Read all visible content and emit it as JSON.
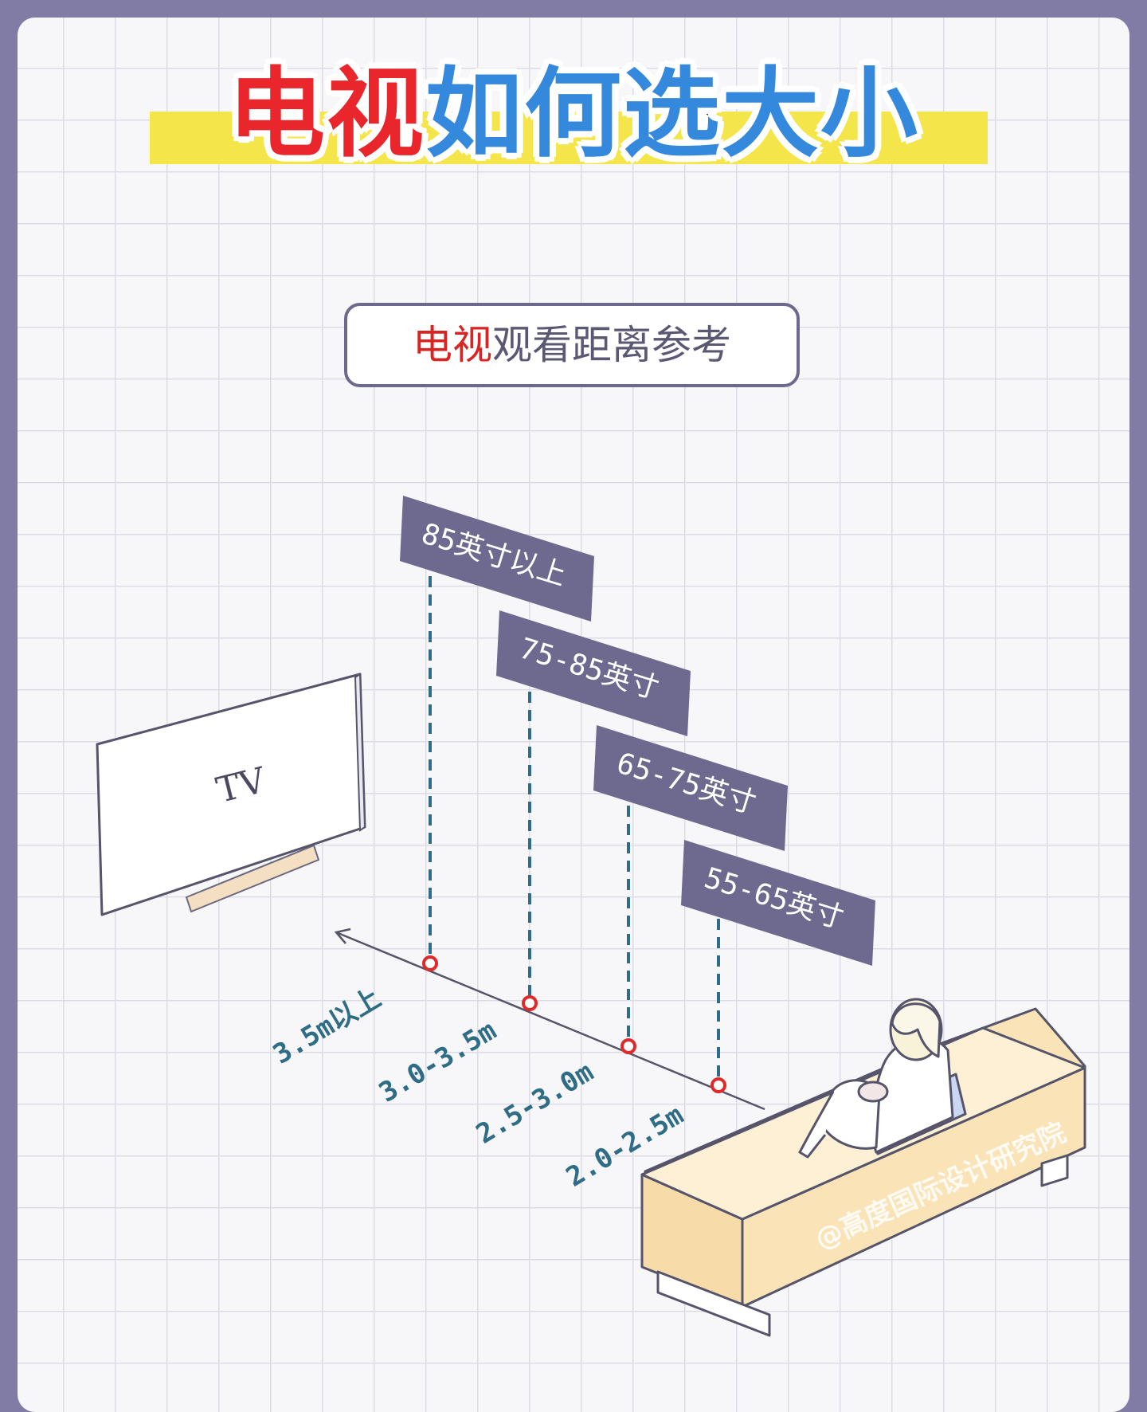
{
  "title": {
    "highlight": "电视",
    "rest": "如何选大小"
  },
  "subtitle": {
    "highlight": "电视",
    "rest": "观看距离参考"
  },
  "tv": {
    "label": "TV"
  },
  "ranges": [
    {
      "size": "85英寸以上",
      "distance": "3.5m以上"
    },
    {
      "size": "75-85英寸",
      "distance": "3.0-3.5m"
    },
    {
      "size": "65-75英寸",
      "distance": "2.5-3.0m"
    },
    {
      "size": "55-65英寸",
      "distance": "2.0-2.5m"
    }
  ],
  "watermark": "@高度国际设计研究院",
  "colors": {
    "frame": "#807ca6",
    "title_red": "#e8262b",
    "title_blue": "#3489dd",
    "title_band": "#f4e64a",
    "tag": "#6e6a8f",
    "dashed_line": "#2f6d86",
    "marker": "#e02a2a",
    "sofa": "#f9e3b7"
  }
}
